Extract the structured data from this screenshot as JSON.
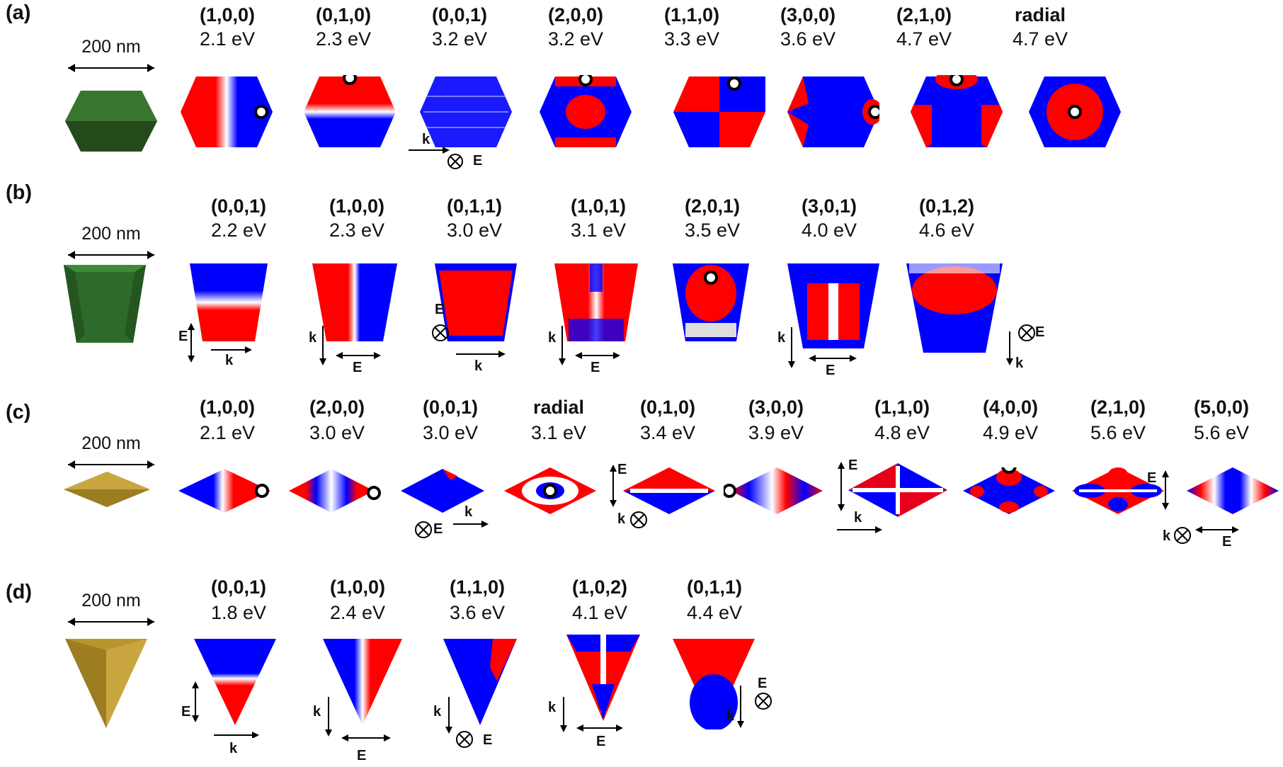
{
  "panels": [
    {
      "label": "(a)",
      "scale": "200 nm",
      "modes": [
        {
          "index": "(1,0,0)",
          "energy": "2.1 eV"
        },
        {
          "index": "(0,1,0)",
          "energy": "2.3 eV"
        },
        {
          "index": "(0,0,1)",
          "energy": "3.2 eV"
        },
        {
          "index": "(2,0,0)",
          "energy": "3.2 eV"
        },
        {
          "index": "(1,1,0)",
          "energy": "3.3 eV"
        },
        {
          "index": "(3,0,0)",
          "energy": "3.6 eV"
        },
        {
          "index": "(2,1,0)",
          "energy": "4.7 eV"
        },
        {
          "index": "radial",
          "energy": "4.7 eV"
        }
      ]
    },
    {
      "label": "(b)",
      "scale": "200 nm",
      "modes": [
        {
          "index": "(0,0,1)",
          "energy": "2.2 eV"
        },
        {
          "index": "(1,0,0)",
          "energy": "2.3 eV"
        },
        {
          "index": "(0,1,1)",
          "energy": "3.0 eV"
        },
        {
          "index": "(1,0,1)",
          "energy": "3.1 eV"
        },
        {
          "index": "(2,0,1)",
          "energy": "3.5 eV"
        },
        {
          "index": "(3,0,1)",
          "energy": "4.0 eV"
        },
        {
          "index": "(0,1,2)",
          "energy": "4.6 eV"
        }
      ]
    },
    {
      "label": "(c)",
      "scale": "200 nm",
      "modes": [
        {
          "index": "(1,0,0)",
          "energy": "2.1 eV"
        },
        {
          "index": "(2,0,0)",
          "energy": "3.0 eV"
        },
        {
          "index": "(0,0,1)",
          "energy": "3.0 eV"
        },
        {
          "index": "radial",
          "energy": "3.1 eV"
        },
        {
          "index": "(0,1,0)",
          "energy": "3.4 eV"
        },
        {
          "index": "(3,0,0)",
          "energy": "3.9 eV"
        },
        {
          "index": "(1,1,0)",
          "energy": "4.8 eV"
        },
        {
          "index": "(4,0,0)",
          "energy": "4.9 eV"
        },
        {
          "index": "(2,1,0)",
          "energy": "5.6 eV"
        },
        {
          "index": "(5,0,0)",
          "energy": "5.6 eV"
        }
      ]
    },
    {
      "label": "(d)",
      "scale": "200 nm",
      "modes": [
        {
          "index": "(0,0,1)",
          "energy": "1.8 eV"
        },
        {
          "index": "(1,0,0)",
          "energy": "2.4 eV"
        },
        {
          "index": "(1,1,0)",
          "energy": "3.6 eV"
        },
        {
          "index": "(1,0,2)",
          "energy": "4.1 eV"
        },
        {
          "index": "(0,1,1)",
          "energy": "4.4 eV"
        }
      ]
    }
  ],
  "annotations": {
    "k": "k",
    "E": "E"
  },
  "colors": {
    "positive": "#ff0000",
    "negative": "#0000ff",
    "green": "#2e6b2a",
    "gold": "#b8952e"
  }
}
